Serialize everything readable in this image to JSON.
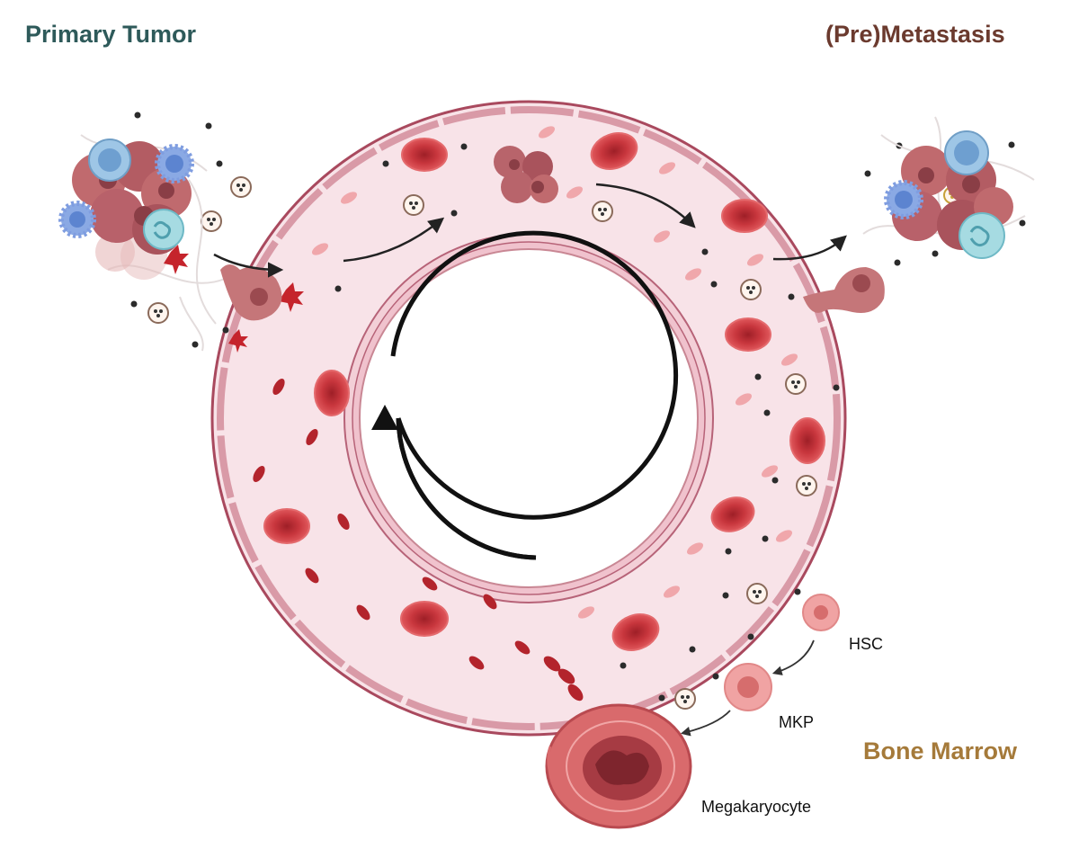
{
  "labels": {
    "primary_tumor": "Primary Tumor",
    "metastasis": "(Pre)Metastasis",
    "bone_marrow": "Bone Marrow",
    "hsc": "HSC",
    "mkp": "MKP",
    "megakaryocyte": "Megakaryocyte"
  },
  "colors": {
    "primary_tumor": "#2e5a5a",
    "metastasis": "#6b3a2e",
    "bone_marrow": "#a57a3a",
    "vessel_fill": "#f7e1e6",
    "vessel_wall": "#b5566a",
    "red_cell": "#d9444a",
    "tumor_cell": "#b8616a",
    "immune_blue": "#7fa4de",
    "immune_teal": "#8fcbd6"
  }
}
